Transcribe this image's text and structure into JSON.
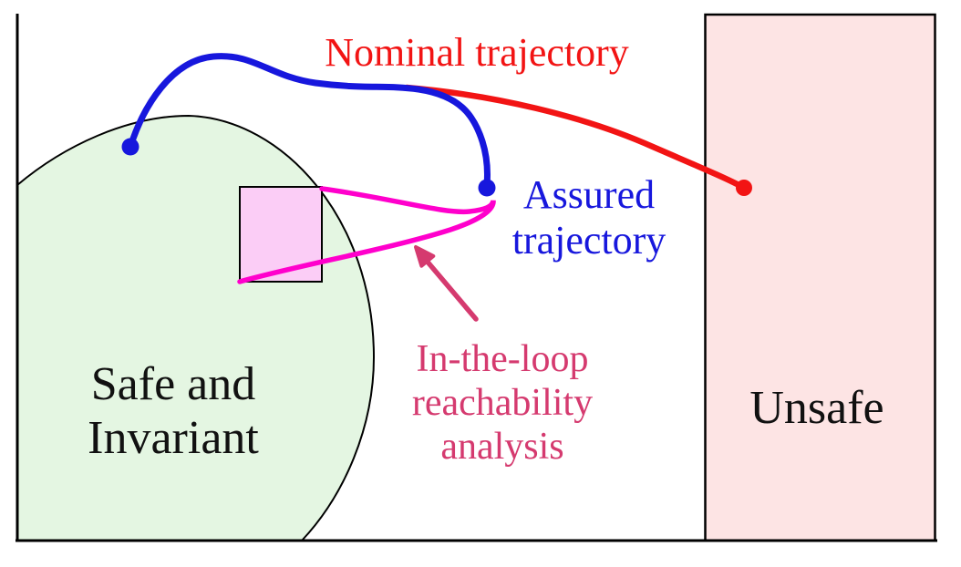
{
  "labels": {
    "nominal_trajectory": "Nominal trajectory",
    "assured_line1": "Assured",
    "assured_line2": "trajectory",
    "reach_line1": "In-the-loop",
    "reach_line2": "reachability",
    "reach_line3": "analysis",
    "safe_line1": "Safe and",
    "safe_line2": "Invariant",
    "unsafe": "Unsafe"
  },
  "colors": {
    "nominal_red": "#f21414",
    "assured_blue": "#1717dd",
    "reach_magenta": "#ff00cc",
    "annotation_pink": "#d53a6f",
    "safe_region_fill": "#e4f6e2",
    "unsafe_region_fill": "#fde4e4",
    "reach_set_fill": "#fbcdf6",
    "outline_black": "#000000",
    "text_black": "#111111"
  }
}
